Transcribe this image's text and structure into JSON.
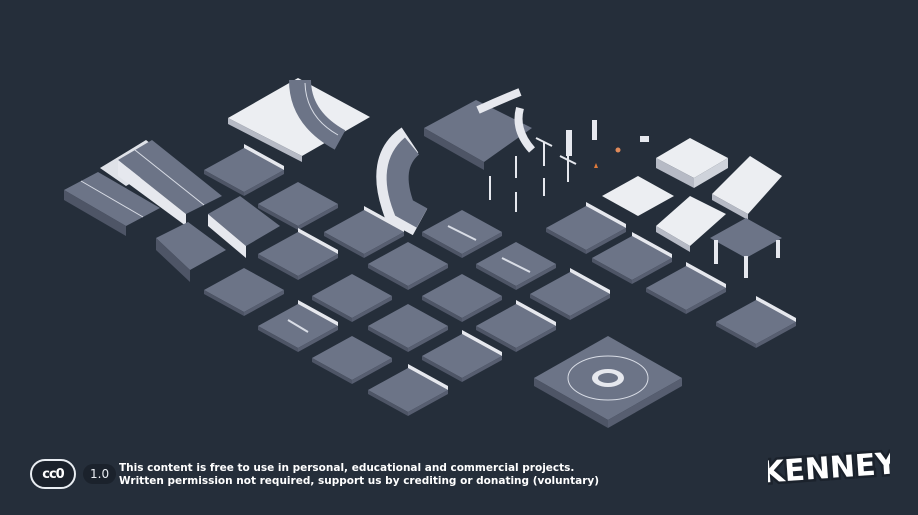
{
  "license": {
    "badge_text": "cc0",
    "version": "1.0",
    "line1": "This content is free to use in personal, educational and commercial projects.",
    "line2": "Written permission not required, support us by crediting or donating (voluntary)"
  },
  "brand": {
    "logo_text": "KENNEY"
  },
  "colors": {
    "background": "#252e3a",
    "asphalt": "#6c7487",
    "asphalt_dark": "#4e5566",
    "curb": "#e6e8ee",
    "curb_shade": "#b6bac5",
    "marking": "#d9dde6"
  },
  "icons": {
    "license_badge": "cc0-icon",
    "logo": "kenney-logo-icon"
  }
}
